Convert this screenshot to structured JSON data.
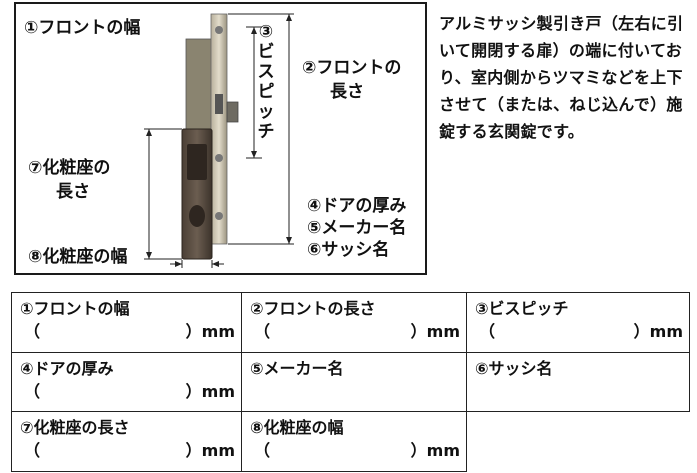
{
  "figure": {
    "labels": {
      "front_width": "①フロントの幅",
      "screw_pitch_num": "③",
      "screw_pitch_text": "ビスピッチ",
      "front_length_1": "②フロントの",
      "front_length_2": "長さ",
      "escutcheon_length_1": "⑦化粧座の",
      "escutcheon_length_2": "長さ",
      "door_thickness": "④ドアの厚み",
      "maker_name": "⑤メーカー名",
      "sash_name": "⑥サッシ名",
      "escutcheon_width": "⑧化粧座の幅"
    }
  },
  "description": "アルミサッシ製引き戸（左右に引いて開閉する扉）の端に付いており、室内側からツマミなどを上下させて（または、ねじ込んで）施錠する玄関錠です。",
  "form": {
    "open_paren": "（",
    "close_paren_mm": "）mm",
    "rows": [
      [
        {
          "title": "①フロントの幅",
          "has_mm": true
        },
        {
          "title": "②フロントの長さ",
          "has_mm": true
        },
        {
          "title": "③ビスピッチ",
          "has_mm": true
        }
      ],
      [
        {
          "title": "④ドアの厚み",
          "has_mm": true
        },
        {
          "title": "⑤メーカー名",
          "has_mm": false
        },
        {
          "title": "⑥サッシ名",
          "has_mm": false
        }
      ],
      [
        {
          "title": "⑦化粧座の長さ",
          "has_mm": true
        },
        {
          "title": "⑧化粧座の幅",
          "has_mm": true
        }
      ]
    ]
  }
}
